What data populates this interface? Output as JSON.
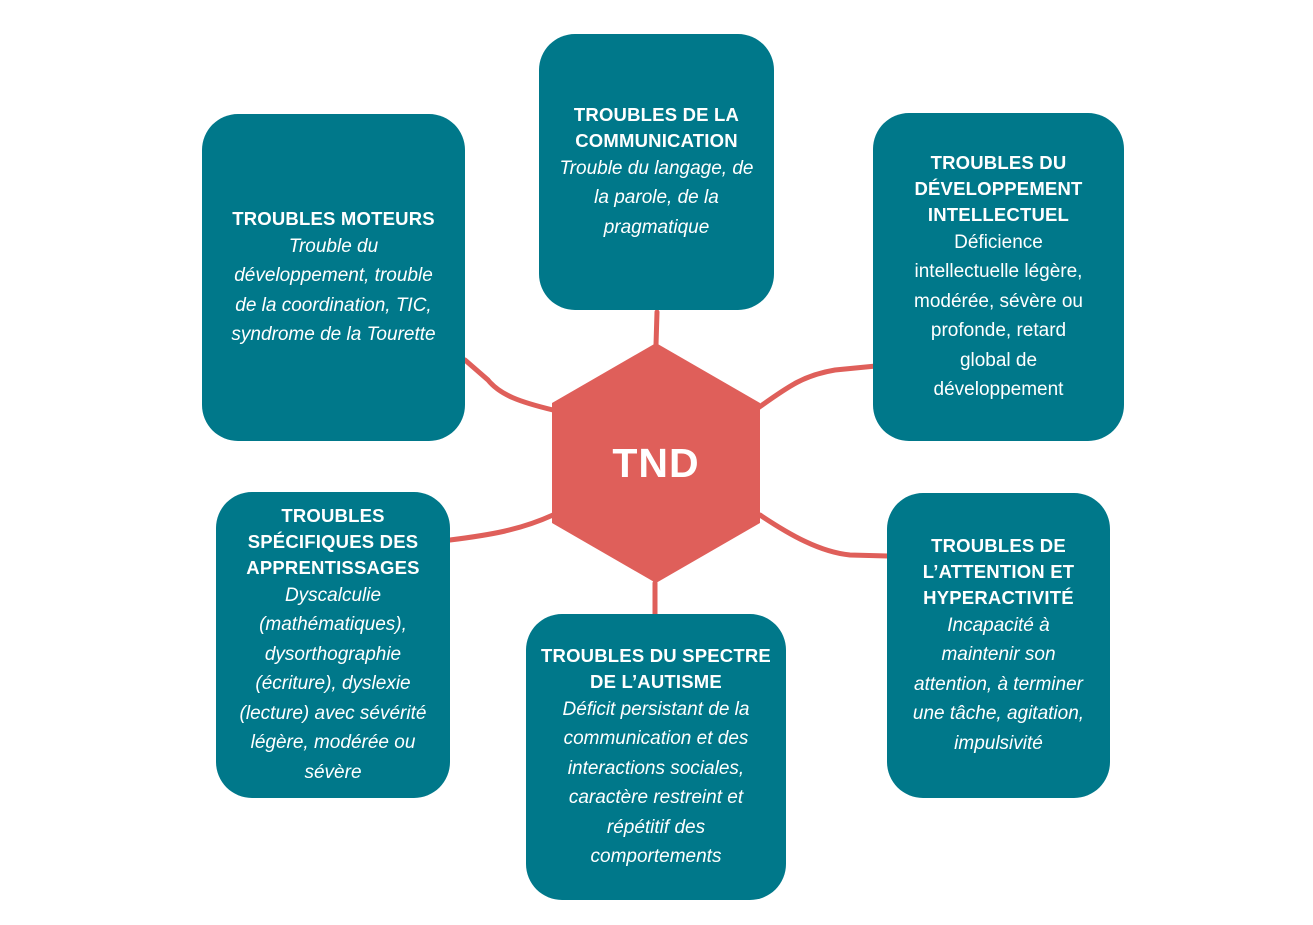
{
  "colors": {
    "box": "#00788a",
    "hub": "#df5f5a",
    "connector": "#df5f5a",
    "text": "#ffffff",
    "background": "#ffffff"
  },
  "hub": {
    "label": "TND"
  },
  "categories": [
    {
      "id": "communication",
      "title_lines": [
        "TROUBLES DE LA",
        "COMMUNICATION"
      ],
      "desc_lines": [
        "Trouble du langage, de",
        "la parole, de la",
        "pragmatique"
      ],
      "desc_style": "italic"
    },
    {
      "id": "developpement-intellectuel",
      "title_lines": [
        "TROUBLES DU",
        "DÉVELOPPEMENT",
        "INTELLECTUEL"
      ],
      "desc_lines": [
        "Déficience",
        "intellectuelle légère,",
        "modérée, sévère ou",
        "profonde, retard",
        "global de",
        "développement"
      ],
      "desc_style": "normal"
    },
    {
      "id": "moteurs",
      "title_lines": [
        "TROUBLES MOTEURS"
      ],
      "desc_lines": [
        "Trouble du",
        "développement, trouble",
        "de la coordination, TIC,",
        "syndrome de la Tourette"
      ],
      "desc_style": "italic"
    },
    {
      "id": "apprentissages",
      "title_lines": [
        "TROUBLES",
        "SPÉCIFIQUES DES",
        "APPRENTISSAGES"
      ],
      "desc_lines": [
        "Dyscalculie",
        "(mathématiques),",
        "dysorthographie",
        "(écriture), dyslexie",
        "(lecture) avec sévérité",
        "légère, modérée ou",
        "sévère"
      ],
      "desc_style": "italic"
    },
    {
      "id": "autisme",
      "title_lines": [
        "TROUBLES DU SPECTRE",
        "DE L’AUTISME"
      ],
      "desc_lines": [
        "Déficit persistant de la",
        "communication et des",
        "interactions sociales,",
        "caractère restreint et",
        "répétitif des",
        "comportements"
      ],
      "desc_style": "italic"
    },
    {
      "id": "attention",
      "title_lines": [
        "TROUBLES DE",
        "L’ATTENTION ET",
        "HYPERACTIVITÉ"
      ],
      "desc_lines": [
        "Incapacité à",
        "maintenir son",
        "attention, à terminer",
        "une tâche, agitation,",
        "impulsivité"
      ],
      "desc_style": "italic"
    }
  ]
}
